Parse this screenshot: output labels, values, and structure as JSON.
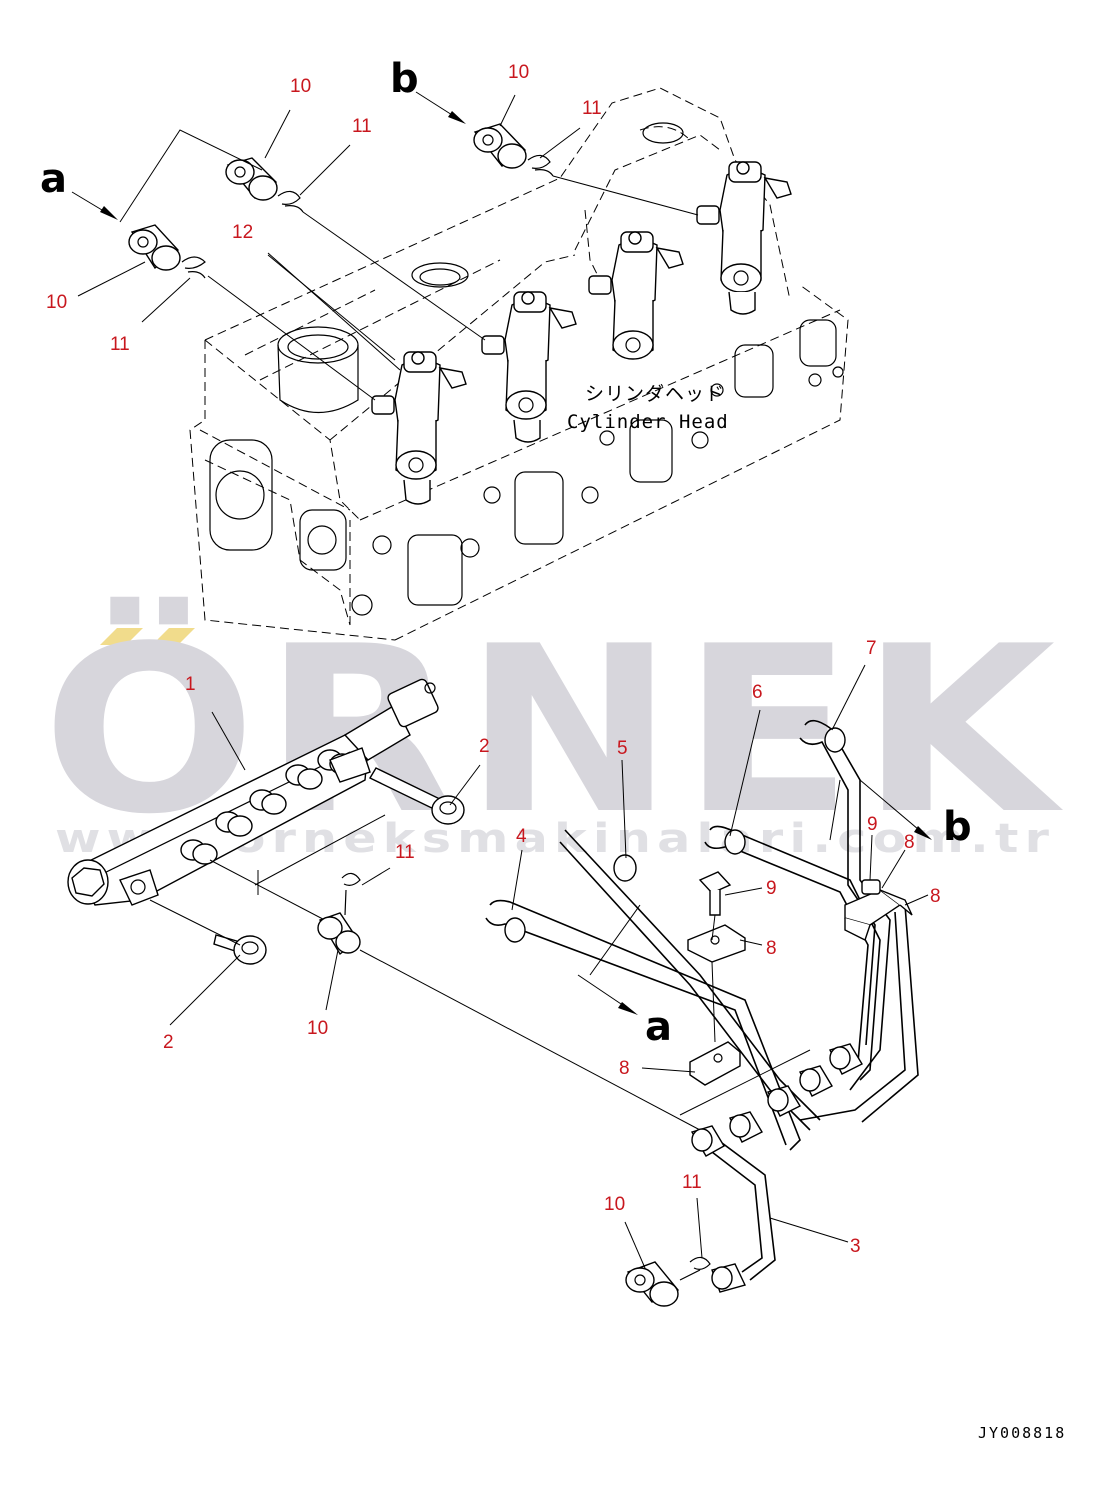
{
  "watermark": {
    "brand": "ÖRNEK",
    "url": "www.orneksmakinalari.com.tr",
    "accent_color": "#f1dc8c",
    "text_color": "#d7d6dc"
  },
  "labels": {
    "cylinder_head_jp": "シリンダヘッド",
    "cylinder_head_en": "Cylinder Head",
    "view_a_top": "a",
    "view_b_top": "b",
    "view_a_bottom": "a",
    "view_b_bottom": "b",
    "ref_code": "JY008818"
  },
  "callouts": [
    {
      "id": "c10-top-left",
      "text": "10"
    },
    {
      "id": "c11-top-left",
      "text": "11"
    },
    {
      "id": "c10-top-mid",
      "text": "10"
    },
    {
      "id": "c11-top-mid",
      "text": "11"
    },
    {
      "id": "c10-left",
      "text": "10"
    },
    {
      "id": "c11-left",
      "text": "11"
    },
    {
      "id": "c12",
      "text": "12"
    },
    {
      "id": "c1",
      "text": "1"
    },
    {
      "id": "c2-right",
      "text": "2"
    },
    {
      "id": "c2-bottom",
      "text": "2"
    },
    {
      "id": "c11-rail",
      "text": "11"
    },
    {
      "id": "c10-rail",
      "text": "10"
    },
    {
      "id": "c4",
      "text": "4"
    },
    {
      "id": "c5",
      "text": "5"
    },
    {
      "id": "c6",
      "text": "6"
    },
    {
      "id": "c7",
      "text": "7"
    },
    {
      "id": "c9-top",
      "text": "9"
    },
    {
      "id": "c8-top",
      "text": "8"
    },
    {
      "id": "c8-right",
      "text": "8"
    },
    {
      "id": "c9-mid",
      "text": "9"
    },
    {
      "id": "c8-mid",
      "text": "8"
    },
    {
      "id": "c8-low",
      "text": "8"
    },
    {
      "id": "c11-bottom",
      "text": "11"
    },
    {
      "id": "c10-bottom",
      "text": "10"
    },
    {
      "id": "c3",
      "text": "3"
    }
  ]
}
